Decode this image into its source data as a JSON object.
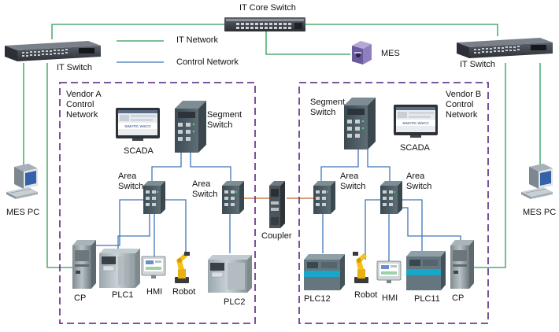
{
  "colors": {
    "it_network": "#2e9a55",
    "control_network": "#3f76b8",
    "coupler_link": "#c0662c",
    "vendor_box": "#6b3f8f"
  },
  "legend": {
    "it_network": "IT Network",
    "control_network": "Control Network"
  },
  "devices": {
    "it_core_switch": "IT Core Switch",
    "it_switch_left": "IT Switch",
    "it_switch_right": "IT Switch",
    "mes": "MES",
    "mes_pc_left": "MES PC",
    "mes_pc_right": "MES PC",
    "coupler": "Coupler"
  },
  "vendor_a": {
    "title": "Vendor A\nControl\nNetwork",
    "segment_switch": "Segment\nSwitch",
    "scada": "SCADA",
    "scada_screen_text": "SIMATIC WinCC",
    "area_switch_1": "Area\nSwitch",
    "area_switch_2": "Area\nSwitch",
    "cp": "CP",
    "plc1": "PLC1",
    "hmi": "HMI",
    "robot": "Robot",
    "plc2": "PLC2"
  },
  "vendor_b": {
    "title": "Vendor B\nControl\nNetwork",
    "segment_switch": "Segment\nSwitch",
    "scada": "SCADA",
    "scada_screen_text": "SIMATIC WinCC",
    "area_switch_1": "Area\nSwitch",
    "area_switch_2": "Area\nSwitch",
    "plc12": "PLC12",
    "robot": "Robot",
    "hmi": "HMI",
    "plc11": "PLC11",
    "cp": "CP"
  }
}
